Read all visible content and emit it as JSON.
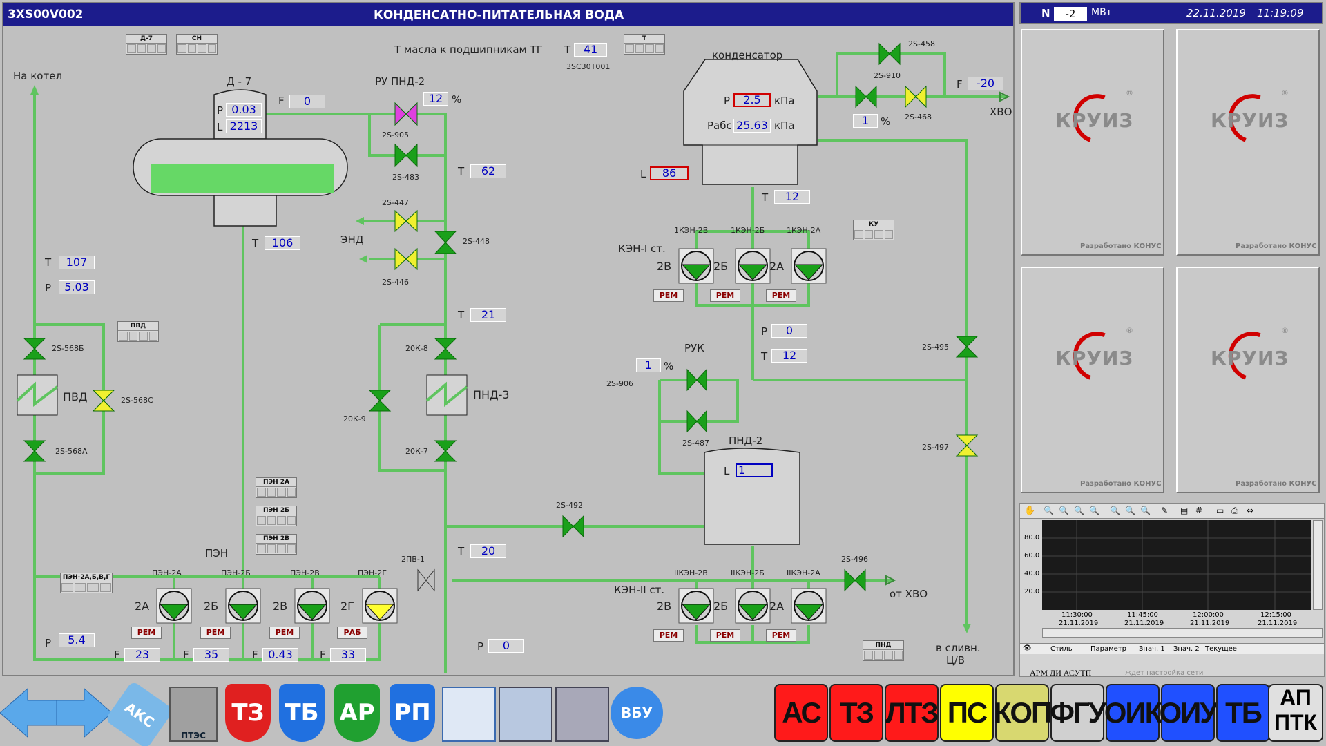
{
  "header": {
    "code": "3XS00V002",
    "title": "КОНДЕНСАТНО-ПИТАТЕЛЬНАЯ ВОДА"
  },
  "topbar": {
    "n_label": "N",
    "n_value": "-2",
    "n_unit": "МВт",
    "date": "22.11.2019",
    "time": "11:19:09"
  },
  "oil": {
    "label": "Т масла к подшипникам ТГ",
    "t_label": "T",
    "value": "41",
    "tag": "3SC30T001"
  },
  "small_buttons": {
    "d7": "Д-7",
    "sn": "СН",
    "t": "Т",
    "ku": "КУ",
    "pvd": "ПВД",
    "pen2a": "ПЭН 2А",
    "pen2b": "ПЭН 2Б",
    "pen2v": "ПЭН 2В",
    "penall": "ПЭН-2А,Б,В,Г",
    "pnd": "ПНД"
  },
  "d7": {
    "title": "Д - 7",
    "p_label": "P",
    "p_value": "0.03",
    "l_label": "L",
    "l_value": "2213",
    "f_label": "F",
    "f_value": "0",
    "t_label": "T",
    "t_value": "106"
  },
  "boiler": {
    "label": "На котел",
    "t_label": "T",
    "t_value": "107",
    "p_label": "P",
    "p_value": "5.03"
  },
  "ru_pnd2": {
    "label": "РУ ПНД-2",
    "value": "12",
    "unit": "%"
  },
  "valves": {
    "v905": "2S-905",
    "v483": "2S-483",
    "v447": "2S-447",
    "v448": "2S-448",
    "v446": "2S-446",
    "v458": "2S-458",
    "v910": "2S-910",
    "v468": "2S-468",
    "v568b": "2S-568Б",
    "v568c": "2S-568С",
    "v568a": "2S-568А",
    "v20k8": "20К-8",
    "v20k9": "20К-9",
    "v20k7": "20К-7",
    "v906": "2S-906",
    "v487": "2S-487",
    "v495": "2S-495",
    "v497": "2S-497",
    "v492": "2S-492",
    "v496": "2S-496",
    "v2pv1": "2ПВ-1"
  },
  "end_label": "ЭНД",
  "pnd_line": {
    "t1_label": "T",
    "t1_value": "62",
    "t2_label": "T",
    "t2_value": "21",
    "t3_label": "T",
    "t3_value": "20",
    "p_label": "P",
    "p_value": "0"
  },
  "pvd": "ПВД",
  "pnd3": "ПНД-3",
  "condenser": {
    "title": "конденсатор",
    "p_label": "P",
    "p_value": "2.5",
    "p_unit": "кПа",
    "pabs_label": "Pабс.",
    "pabs_value": "25.63",
    "pabs_unit": "кПа",
    "l_label": "L",
    "l_value": "86",
    "t_label": "T",
    "t_value": "12"
  },
  "hvo": {
    "f_label": "F",
    "f_value": "-20",
    "label": "ХВО",
    "valve_value": "1",
    "unit": "%",
    "from_label": "от ХВО"
  },
  "ken1": {
    "label": "КЭН-I ст.",
    "pumps": [
      {
        "tag": "1КЭН-2В",
        "name": "2В",
        "state": "РЕМ"
      },
      {
        "tag": "1КЭН-2Б",
        "name": "2Б",
        "state": "РЕМ"
      },
      {
        "tag": "1КЭН-2А",
        "name": "2А",
        "state": "РЕМ"
      }
    ],
    "p_label": "P",
    "p_value": "0",
    "t_label": "T",
    "t_value": "12"
  },
  "ruk": {
    "label": "РУК",
    "value": "1",
    "unit": "%"
  },
  "pnd2": {
    "title": "ПНД-2",
    "l_label": "L",
    "l_value": "1"
  },
  "ken2": {
    "label": "КЭН-II ст.",
    "pumps": [
      {
        "tag": "IIКЭН-2В",
        "name": "2В",
        "state": "РЕМ"
      },
      {
        "tag": "IIКЭН-2Б",
        "name": "2Б",
        "state": "РЕМ"
      },
      {
        "tag": "IIКЭН-2А",
        "name": "2А",
        "state": "РЕМ"
      }
    ]
  },
  "drain": {
    "line1": "в сливн.",
    "line2": "Ц/В"
  },
  "pen": {
    "label": "ПЭН",
    "pumps": [
      {
        "tag": "ПЭН-2А",
        "name": "2А",
        "state": "РЕМ",
        "f": "23"
      },
      {
        "tag": "ПЭН-2Б",
        "name": "2Б",
        "state": "РЕМ",
        "f": "35"
      },
      {
        "tag": "ПЭН-2В",
        "name": "2В",
        "state": "РЕМ",
        "f": "0.43"
      },
      {
        "tag": "ПЭН-2Г",
        "name": "2Г",
        "state": "РАБ",
        "f": "33"
      }
    ],
    "p_label": "P",
    "p_value": "5.4",
    "f_label": "F"
  },
  "panels": {
    "logo": "КРУИЗ",
    "reg": "®",
    "dev": "Разработано КОНУС"
  },
  "trend": {
    "yticks": [
      "80.0",
      "60.0",
      "40.0",
      "20.0"
    ],
    "xticks": [
      {
        "t": "11:30:00",
        "d": "21.11.2019"
      },
      {
        "t": "11:45:00",
        "d": "21.11.2019"
      },
      {
        "t": "12:00:00",
        "d": "21.11.2019"
      },
      {
        "t": "12:15:00",
        "d": "21.11.2019"
      }
    ],
    "cols": [
      "Стиль",
      "Параметр",
      "Знач. 1",
      "Знач. 2",
      "Текущее"
    ],
    "status": "АРМ ДИ АСУТП",
    "status2": "ждет настройка сети"
  },
  "taskbar": {
    "icons": [
      "АКС",
      "ПТЭС",
      "ТЗ",
      "ТБ",
      "АР",
      "РП",
      "ВБУ"
    ],
    "alarms": [
      {
        "t": "АС",
        "c": "#ff1a1a"
      },
      {
        "t": "ТЗ",
        "c": "#ff1a1a"
      },
      {
        "t": "ЛТЗ",
        "c": "#ff1a1a"
      },
      {
        "t": "ПС",
        "c": "#ffff00"
      },
      {
        "t": "КОП",
        "c": "#d8d870"
      },
      {
        "t": "ФГУ",
        "c": "#d0d0d0"
      },
      {
        "t": "ОИК",
        "c": "#2050ff"
      },
      {
        "t": "ОИУ",
        "c": "#2050ff"
      },
      {
        "t": "ТБ",
        "c": "#2050ff"
      }
    ],
    "api1": "АП",
    "api2": "ПТК"
  },
  "colors": {
    "pipe": "#5fc45f",
    "valve": "#1aa01a",
    "alarm": "#ffff30",
    "pump": "#18a018"
  }
}
